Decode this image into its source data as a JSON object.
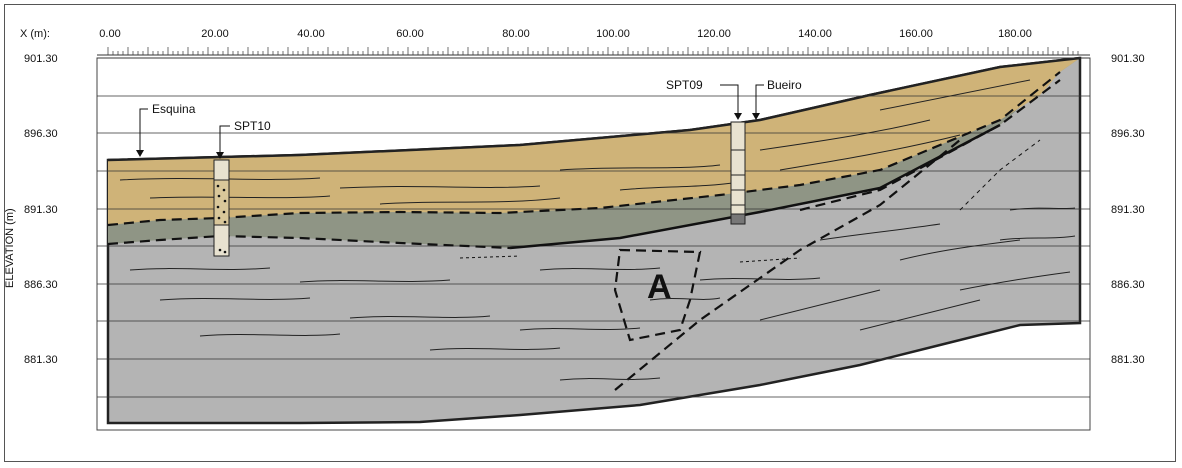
{
  "x_axis": {
    "label": "X (m):",
    "ticks": [
      "0.00",
      "20.00",
      "40.00",
      "60.00",
      "80.00",
      "100.00",
      "120.00",
      "140.00",
      "160.00",
      "180.00"
    ]
  },
  "y_axis": {
    "label": "ELEVATION (m)",
    "ticks": [
      "901.30",
      "896.30",
      "891.30",
      "886.30",
      "881.30"
    ]
  },
  "annotations": {
    "esquina": "Esquina",
    "spt10": "SPT10",
    "spt09": "SPT09",
    "bueiro": "Bueiro",
    "zone_a": "A"
  },
  "colors": {
    "topsoil": "#cfb378",
    "transition": "#8f9585",
    "bedrock": "#b4b4b4",
    "outline": "#222222"
  }
}
